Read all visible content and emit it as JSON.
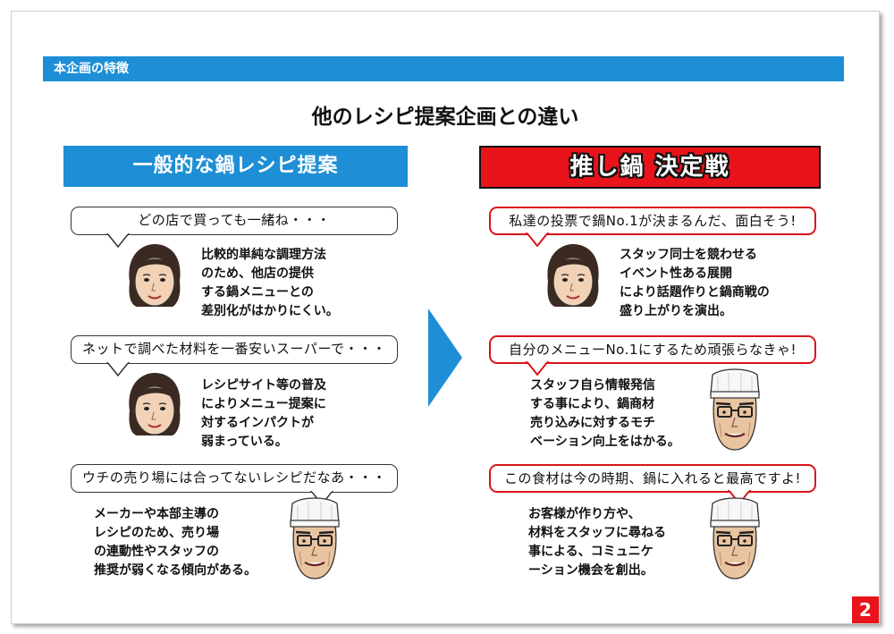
{
  "section_label": "本企画の特徴",
  "main_title": "他のレシピ提案企画との違い",
  "left_column": {
    "header": "一般的な鍋レシピ提案",
    "items": [
      {
        "bubble": "どの店で買っても一緒ね・・・",
        "desc_lines": [
          "比較的単純な調理方法",
          "のため、他店の提供",
          "する鍋メニューとの",
          "差別化がはかりにくい。"
        ]
      },
      {
        "bubble": "ネットで調べた材料を一番安いスーパーで・・・",
        "desc_lines": [
          "レシピサイト等の普及",
          "によりメニュー提案に",
          "対するインパクトが",
          "弱まっている。"
        ]
      },
      {
        "bubble": "ウチの売り場には合ってないレシピだなあ・・・",
        "desc_lines": [
          "メーカーや本部主導の",
          "レシピのため、売り場",
          "の連動性やスタッフの",
          "推奨が弱くなる傾向がある。"
        ]
      }
    ]
  },
  "right_column": {
    "header": "推し鍋 決定戦",
    "items": [
      {
        "bubble": "私達の投票で鍋No.1が決まるんだ、面白そう!",
        "desc_lines": [
          "スタッフ同士を競わせる",
          "イベント性ある展開",
          "により話題作りと鍋商戦の",
          "盛り上がりを演出。"
        ]
      },
      {
        "bubble": "自分のメニューNo.1にするため頑張らなきゃ!",
        "desc_lines": [
          "スタッフ自ら情報発信",
          "する事により、鍋商材",
          "売り込みに対するモチ",
          "ベーション向上をはかる。"
        ]
      },
      {
        "bubble": "この食材は今の時期、鍋に入れると最高ですよ!",
        "desc_lines": [
          "お客様が作り方や、",
          "材料をスタッフに尋ねる",
          "事による、コミュニケ",
          "ーション機会を創出。"
        ]
      }
    ]
  },
  "page_number": "2",
  "colors": {
    "accent_blue": "#1e8fd6",
    "accent_red": "#e8131b"
  }
}
